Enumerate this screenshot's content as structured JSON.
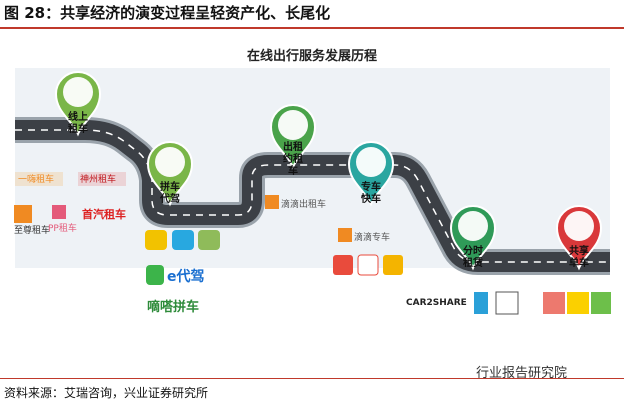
{
  "title": "图 28：共享经济的演变过程呈轻资产化、长尾化",
  "diagram_title": "在线出行服务发展历程",
  "source": "资料来源：艾瑞咨询，兴业证券研究所",
  "watermark": "行业报告研究院",
  "stages": [
    {
      "label": "线上租车",
      "color": "#7ab648"
    },
    {
      "label": "拼车代驾",
      "color": "#7ab648"
    },
    {
      "label": "出租约租车",
      "color": "#4aa34a"
    },
    {
      "label": "专车快车",
      "color": "#2aa6a0"
    },
    {
      "label": "分时租赁",
      "color": "#2f9a58"
    },
    {
      "label": "共享单车",
      "color": "#d9383a"
    }
  ],
  "logos": {
    "yizhan": "一嗨租车",
    "shenzhou": "神州租车",
    "zhizun": "至尊租车",
    "pp": "PP租车",
    "shouqi": "首汽租车",
    "didi_taxi": "滴滴出租车",
    "didi_zhuanche": "滴滴专车",
    "edaijia": "e代驾",
    "dida": "嘀嗒拼车",
    "car2share": "CAR2SHARE"
  }
}
